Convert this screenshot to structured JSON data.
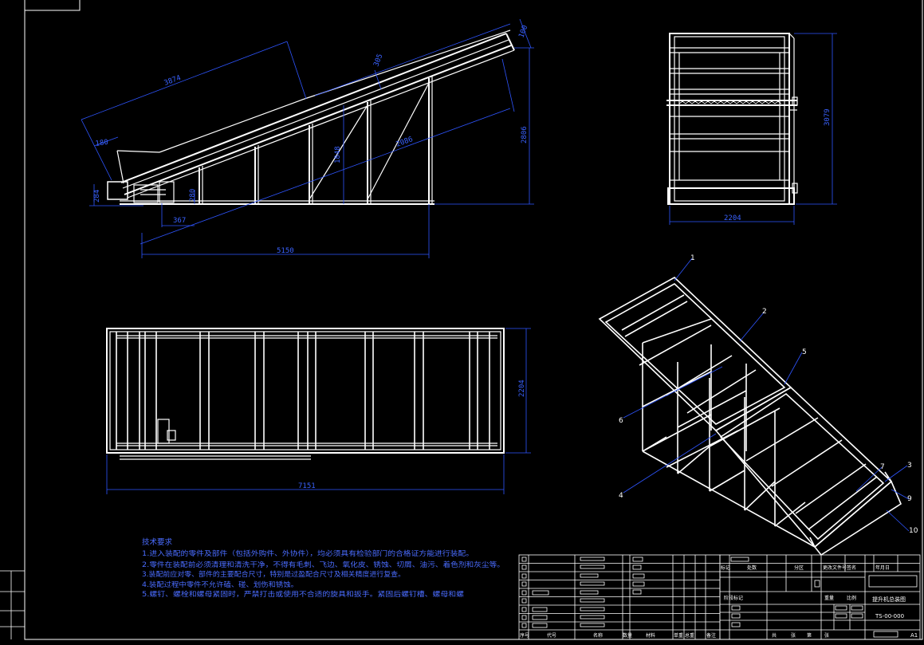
{
  "drawing": {
    "title": "提升机总装图",
    "drawing_number": "TS-00-000",
    "sheet_size": "A1"
  },
  "dimensions": {
    "side_view": {
      "incline_length": "3874",
      "total_length": "5150",
      "top_offset": "180",
      "left_height": "284",
      "foot_height": "280",
      "foot_length": "367",
      "upper_width": "305",
      "rise_height": "1848",
      "diagonal_length": "2086",
      "total_height": "2806",
      "top_end": "100"
    },
    "end_view": {
      "height": "3079",
      "width": "2204"
    },
    "plan_view": {
      "width": "2204",
      "length": "7151"
    }
  },
  "part_labels": [
    "1",
    "2",
    "5",
    "6",
    "4",
    "7",
    "3",
    "9",
    "10"
  ],
  "technical_requirements": {
    "heading": "技术要求",
    "items": [
      "1.进入装配的零件及部件（包括外购件、外协件），均必须具有检验部门的合格证方能进行装配。",
      "2.零件在装配前必须清理和清洗干净，不得有毛刺、飞边、氧化皮、锈蚀、切屑、油污、着色剂和灰尘等。",
      "3.装配前应对零、部件的主要配合尺寸，特别是过盈配合尺寸及相关精度进行复查。",
      "4.装配过程中零件不允许磕、碰、划伤和锈蚀。",
      "5.螺钉、螺栓和螺母紧固时，严禁打击或使用不合适的旋具和扳手。紧固后螺钉槽、螺母和螺"
    ]
  },
  "title_block": {
    "bom_footer": [
      "序号",
      "代号",
      "名称",
      "数量",
      "材料",
      "单重",
      "总重",
      "备注"
    ],
    "revision_header": [
      "标记",
      "处数",
      "分区",
      "更改文件号",
      "签名",
      "年月日"
    ],
    "stage_labels": [
      "阶段标记",
      "重量",
      "比例"
    ],
    "small_labels": [
      "共",
      "张",
      "第",
      "张"
    ]
  },
  "colors": {
    "background": "#000000",
    "linework": "#ffffff",
    "dimension": "#2e55ff",
    "notes": "#4a6cff"
  }
}
